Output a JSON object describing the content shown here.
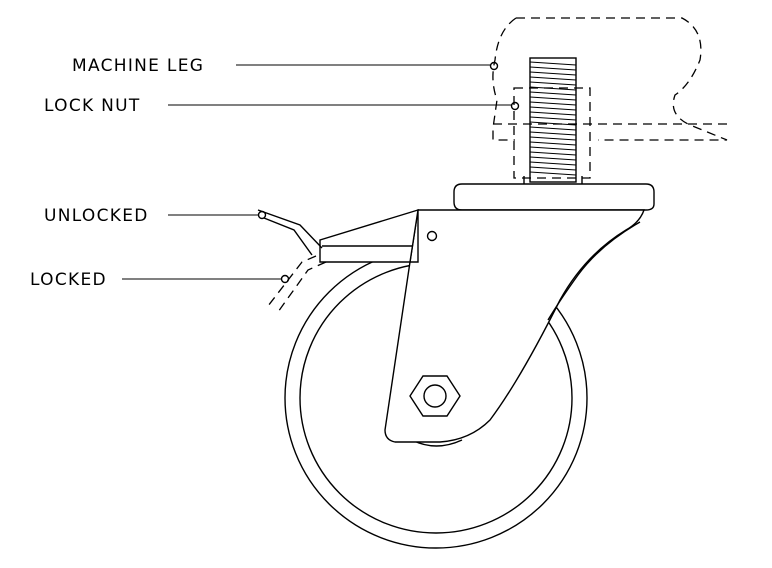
{
  "labels": {
    "machine_leg": "MACHINE LEG",
    "lock_nut": "LOCK NUT",
    "unlocked": "UNLOCKED",
    "locked": "LOCKED"
  },
  "colors": {
    "line": "#000000",
    "background": "#ffffff"
  }
}
